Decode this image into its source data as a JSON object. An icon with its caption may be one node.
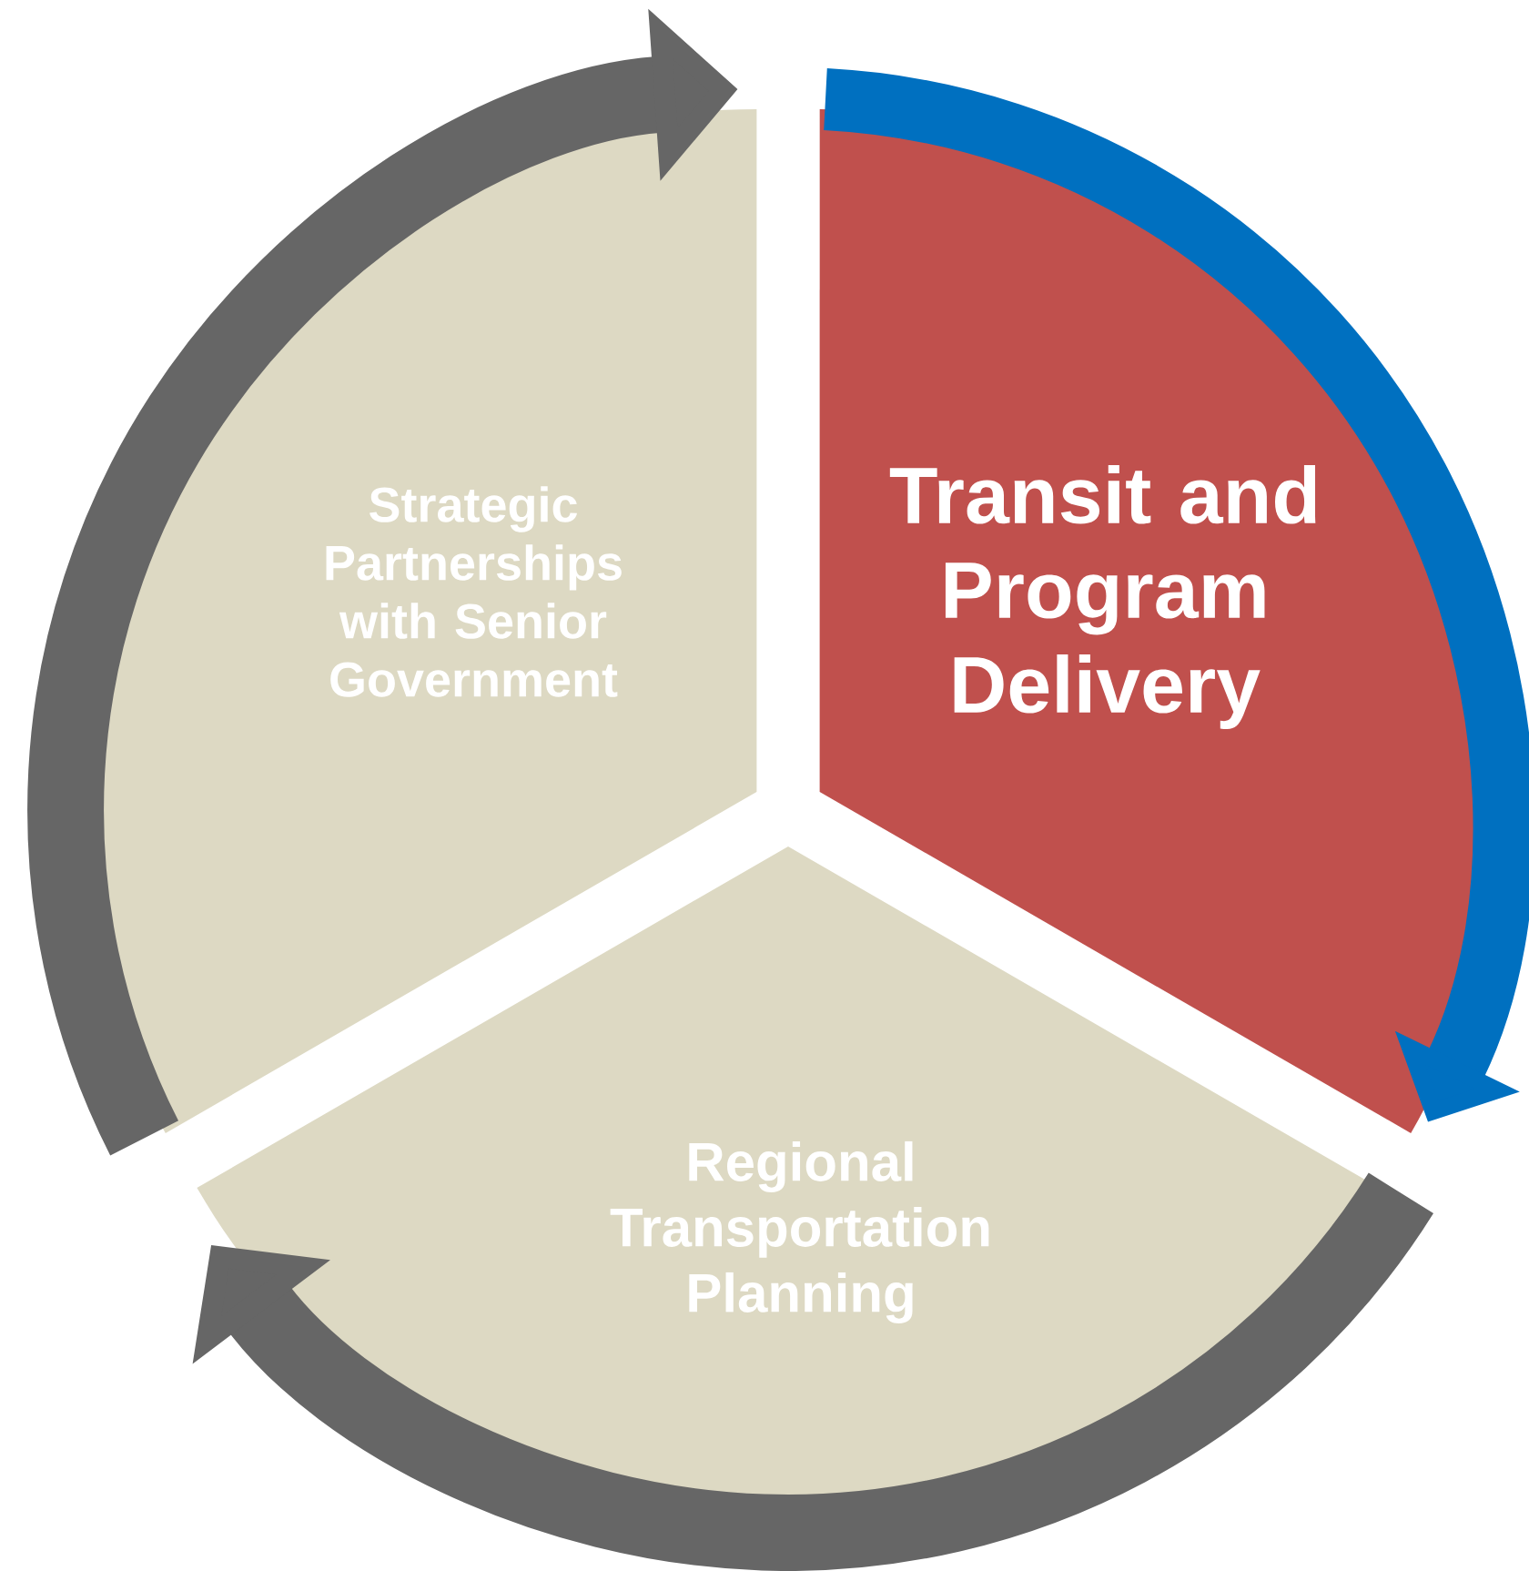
{
  "diagram": {
    "nodes": [
      {
        "text": [
          "Strategic Partnerships with Senior Government"
        ]
      },
      {
        "text": [
          "Transit and Program Delivery"
        ]
      },
      {
        "text": [
          "Regional Transportation Planning"
        ]
      }
    ]
  }
}
